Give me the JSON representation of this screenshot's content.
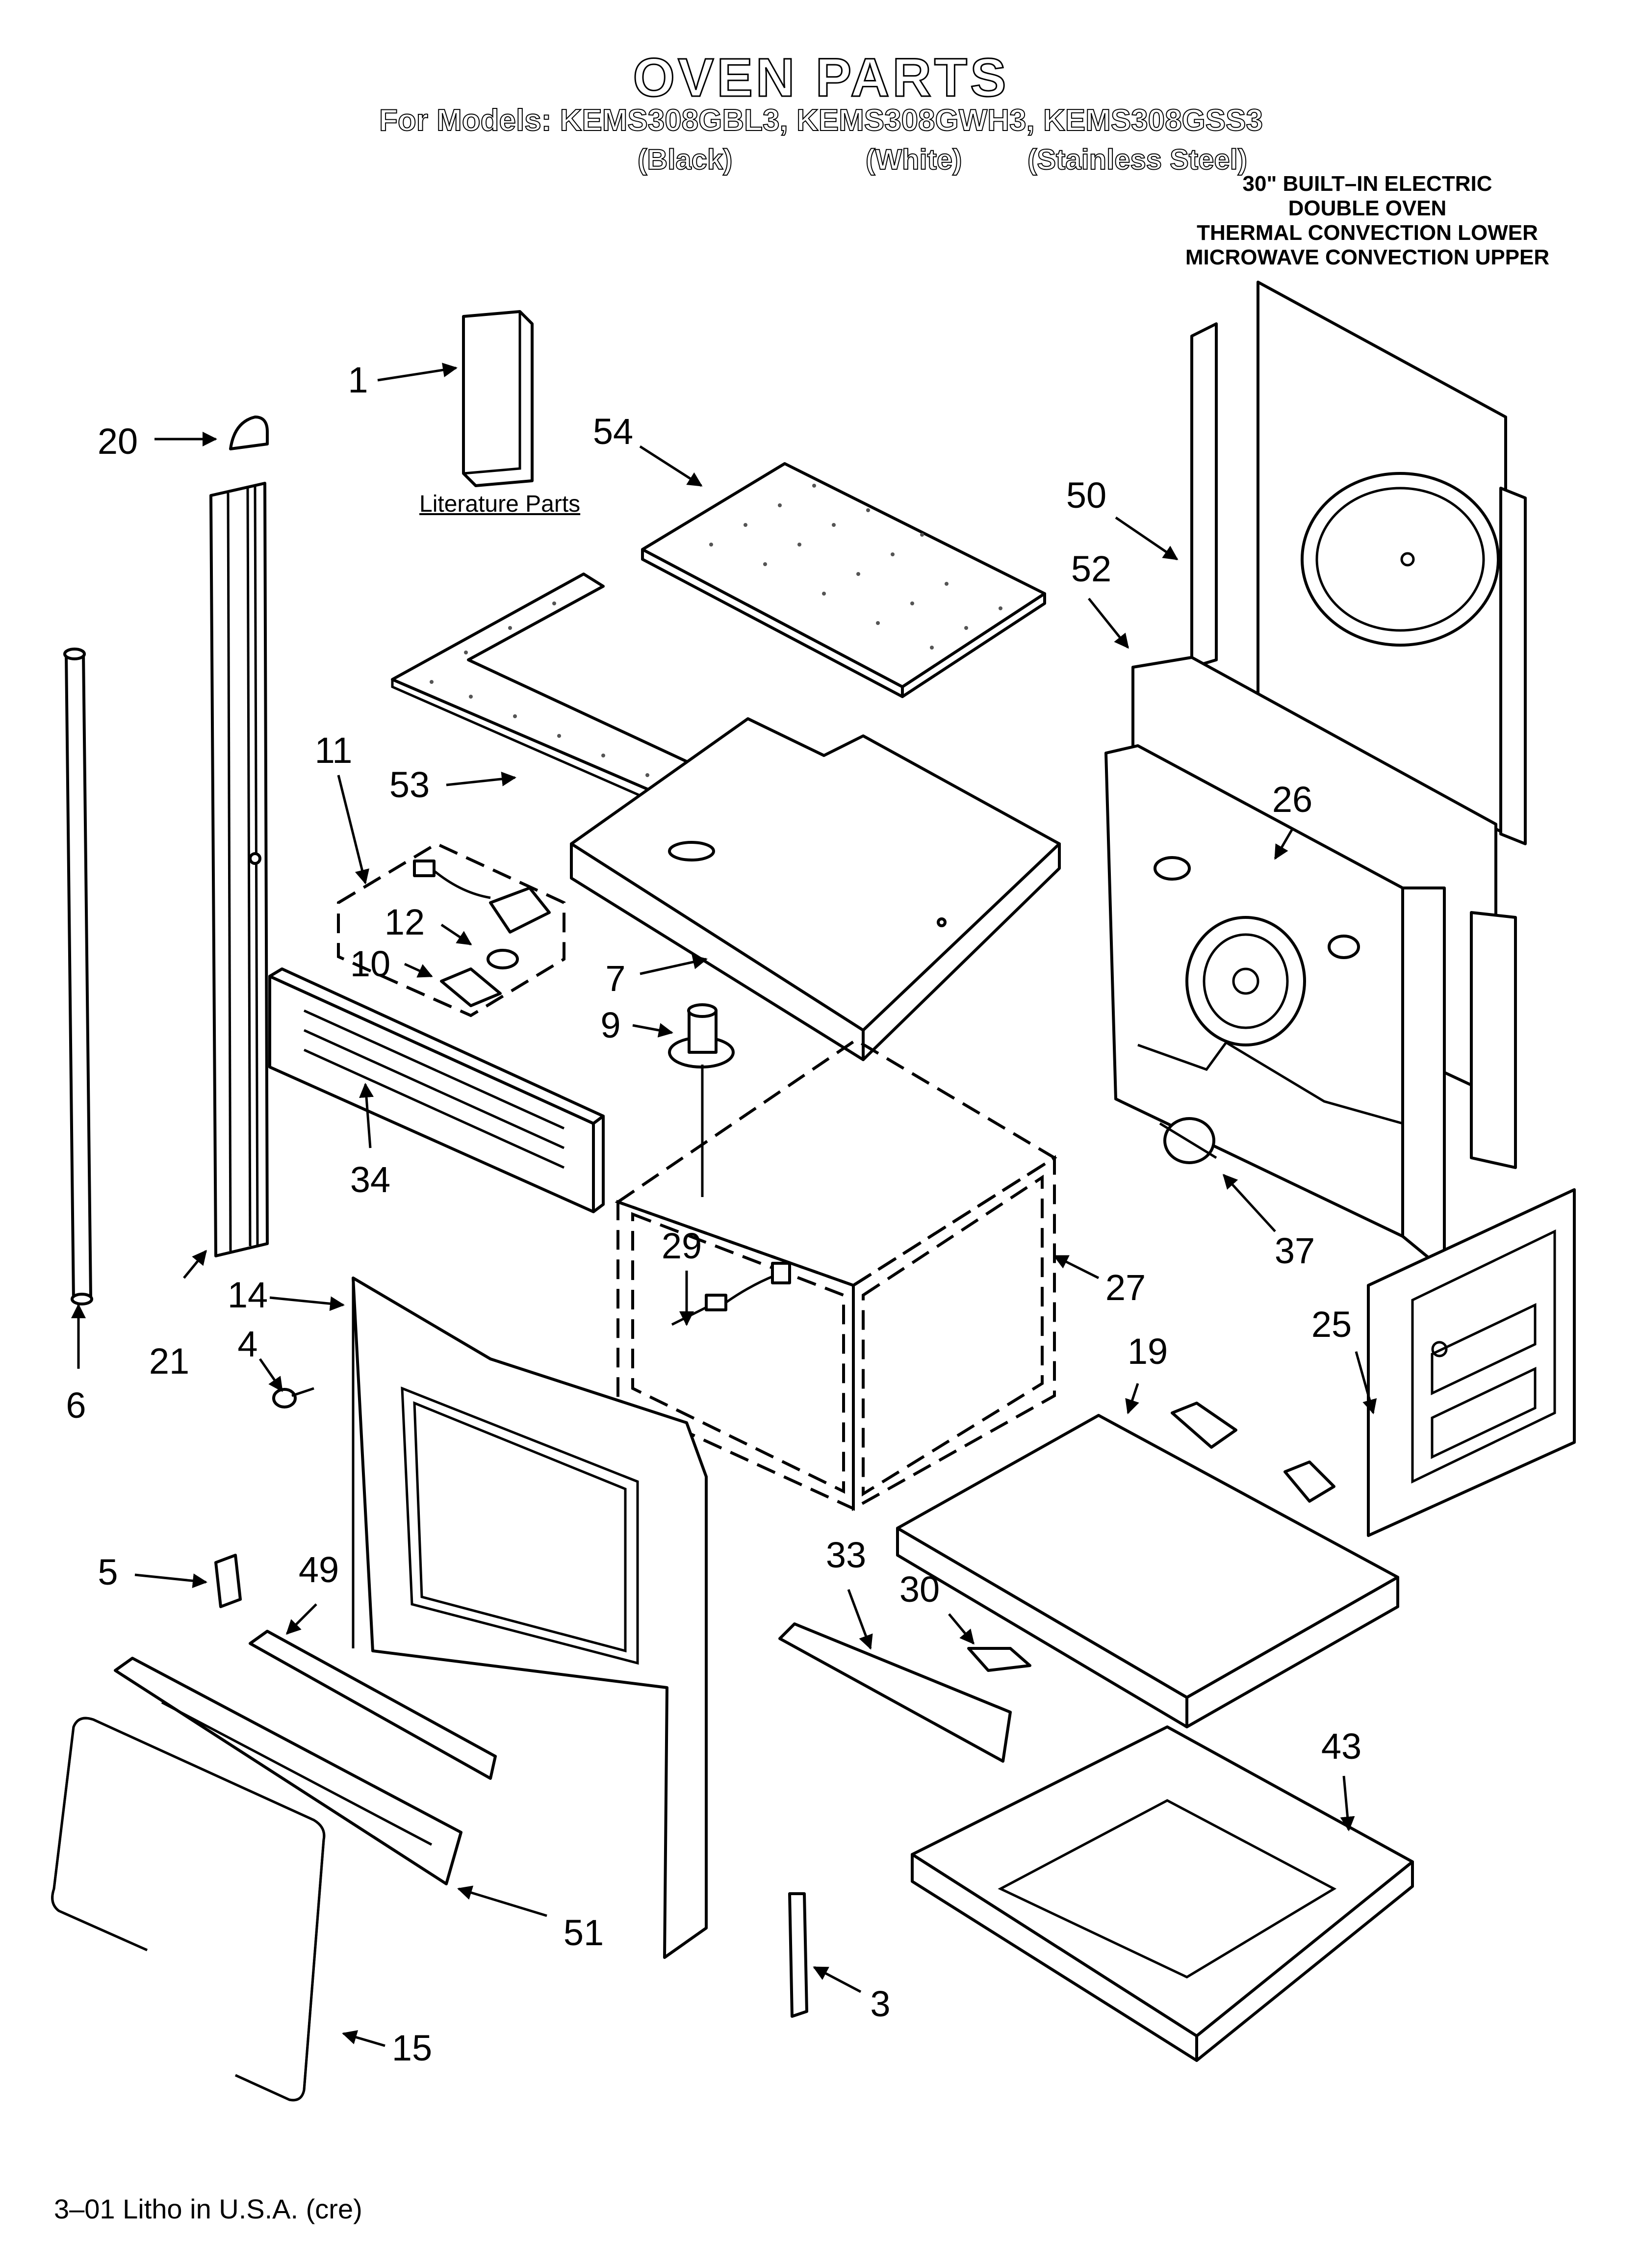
{
  "header": {
    "title": "OVEN PARTS",
    "models": "For Models: KEMS308GBL3, KEMS308GWH3, KEMS308GSS3",
    "finishes": [
      "(Black)",
      "(White)",
      "(Stainless Steel)"
    ]
  },
  "description": [
    "30\" BUILT–IN ELECTRIC",
    "DOUBLE OVEN",
    "THERMAL CONVECTION LOWER",
    "MICROWAVE CONVECTION UPPER"
  ],
  "literature_label": "Literature Parts",
  "footer": "3–01 Litho in U.S.A. (cre)",
  "callouts": [
    {
      "id": "1"
    },
    {
      "id": "20"
    },
    {
      "id": "54"
    },
    {
      "id": "50"
    },
    {
      "id": "52"
    },
    {
      "id": "11"
    },
    {
      "id": "53"
    },
    {
      "id": "26"
    },
    {
      "id": "12"
    },
    {
      "id": "10"
    },
    {
      "id": "7"
    },
    {
      "id": "9"
    },
    {
      "id": "34"
    },
    {
      "id": "29"
    },
    {
      "id": "37"
    },
    {
      "id": "14"
    },
    {
      "id": "27"
    },
    {
      "id": "4"
    },
    {
      "id": "21"
    },
    {
      "id": "19"
    },
    {
      "id": "25"
    },
    {
      "id": "6"
    },
    {
      "id": "5"
    },
    {
      "id": "49"
    },
    {
      "id": "33"
    },
    {
      "id": "30"
    },
    {
      "id": "43"
    },
    {
      "id": "51"
    },
    {
      "id": "3"
    },
    {
      "id": "15"
    }
  ]
}
